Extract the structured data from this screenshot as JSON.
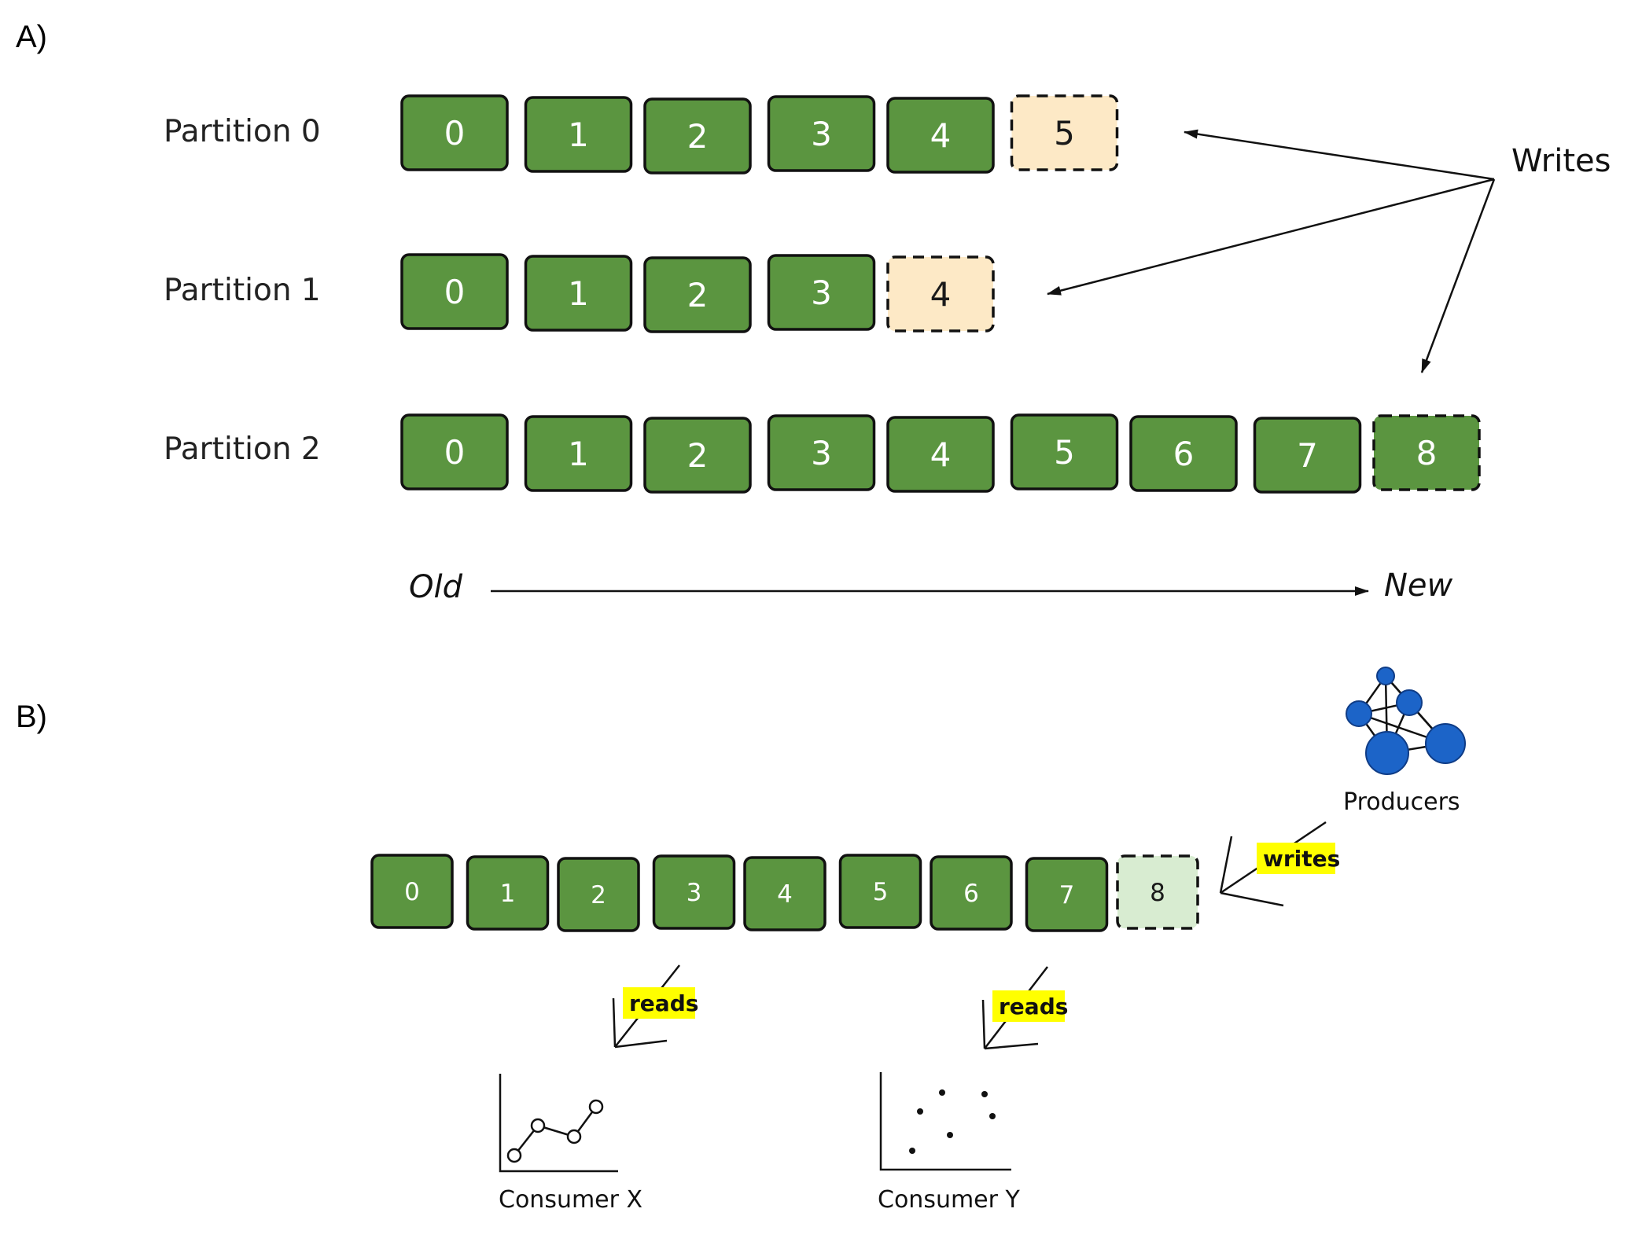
{
  "section_a_label": "A)",
  "section_b_label": "B)",
  "partitions": [
    {
      "label": "Partition 0",
      "offsets": [
        "0",
        "1",
        "2",
        "3",
        "4",
        "5"
      ],
      "pending": "5"
    },
    {
      "label": "Partition 1",
      "offsets": [
        "0",
        "1",
        "2",
        "3",
        "4"
      ],
      "pending": "4"
    },
    {
      "label": "Partition 2",
      "offsets": [
        "0",
        "1",
        "2",
        "3",
        "4",
        "5",
        "6",
        "7",
        "8"
      ],
      "pending": "8"
    }
  ],
  "writes_label": "Writes",
  "axis": {
    "old_label": "Old",
    "new_label": "New"
  },
  "log_b": {
    "offsets": [
      "0",
      "1",
      "2",
      "3",
      "4",
      "5",
      "6",
      "7",
      "8"
    ],
    "pending": "8"
  },
  "producers_label": "Producers",
  "writes_tag": "writes",
  "reads_tag": "reads",
  "consumers": [
    {
      "label": "Consumer X"
    },
    {
      "label": "Consumer Y"
    }
  ],
  "colors": {
    "committed_fill": "#5b9540",
    "pending_fill": "#fde9c6",
    "pending_fill_b": "#d8ecd1",
    "highlight": "#ffff00",
    "producer_node": "#1c64c8",
    "border": "#111111"
  }
}
